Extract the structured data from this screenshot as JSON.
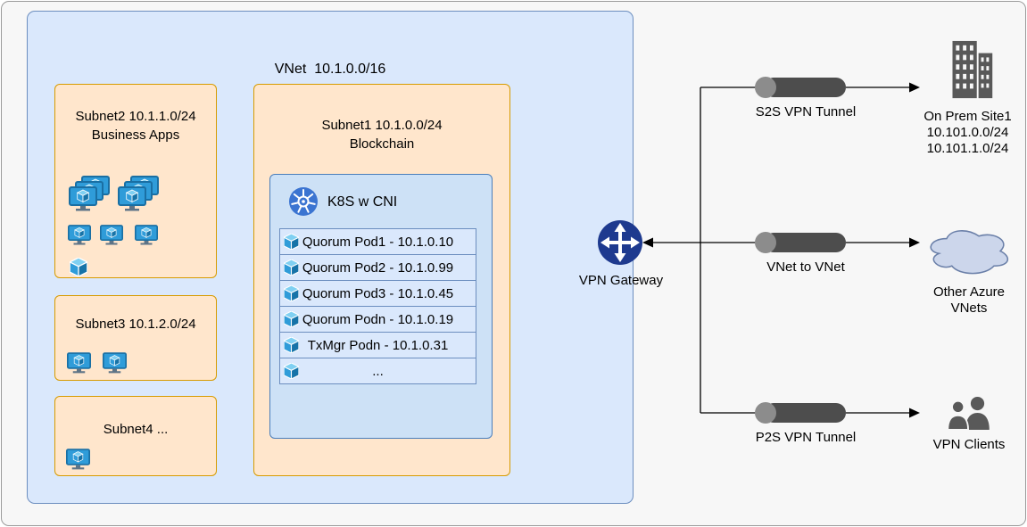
{
  "colors": {
    "canvas_bg": "#f7f7f7",
    "vnet_fill": "#dae8fc",
    "vnet_stroke": "#6c8ebf",
    "subnet_fill": "#ffe6cc",
    "subnet_stroke": "#d79b00",
    "k8s_box_fill": "#cde1f6",
    "k8s_icon_blue": "#3b74d1",
    "gateway_blue": "#1e3a8f",
    "tunnel_gray": "#4d4d4d",
    "icon_gray": "#595959",
    "cloud_fill": "#ccd6eb",
    "monitor_blue": "#2f9cd9"
  },
  "vnet": {
    "title": "VNet  10.1.0.0/16",
    "subnet2": {
      "line1": "Subnet2 10.1.1.0/24",
      "line2": "Business Apps"
    },
    "subnet3": {
      "line1": "Subnet3 10.1.2.0/24"
    },
    "subnet4": {
      "line1": "Subnet4 ..."
    },
    "subnet1": {
      "line1": "Subnet1 10.1.0.0/24",
      "line2": "Blockchain"
    }
  },
  "k8s": {
    "title": "K8S w CNI",
    "pods": [
      "Quorum Pod1 - 10.1.0.10",
      "Quorum Pod2 - 10.1.0.99",
      "Quorum Pod3 - 10.1.0.45",
      "Quorum Podn - 10.1.0.19",
      "TxMgr Podn - 10.1.0.31",
      "..."
    ]
  },
  "gateway": {
    "label": "VPN Gateway"
  },
  "tunnels": [
    {
      "label": "S2S VPN Tunnel"
    },
    {
      "label": "VNet to VNet"
    },
    {
      "label": "P2S VPN Tunnel"
    }
  ],
  "destinations": {
    "onprem": {
      "line1": "On Prem Site1",
      "line2": "10.101.0.0/24",
      "line3": "10.101.1.0/24"
    },
    "vnets": {
      "line1": "Other Azure",
      "line2": "VNets"
    },
    "clients": {
      "line1": "VPN Clients"
    }
  }
}
